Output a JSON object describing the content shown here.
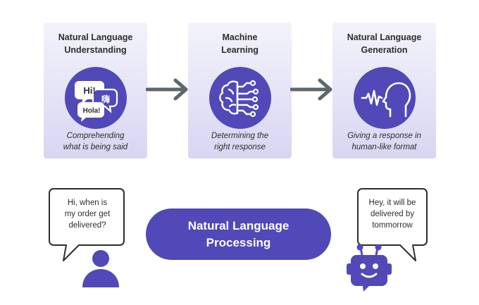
{
  "stages": [
    {
      "title": "Natural Language\nUnderstanding",
      "description": "Comprehending\nwhat is being said",
      "icon": "speech-bubbles-languages-icon",
      "bubble_words": [
        "Hi!",
        "嗨",
        "Hola!"
      ]
    },
    {
      "title": "Machine\nLearning",
      "description": "Determining the\nright response",
      "icon": "brain-circuit-icon"
    },
    {
      "title": "Natural Language\nGeneration",
      "description": "Giving a response in\nhuman-like format",
      "icon": "speaking-head-icon"
    }
  ],
  "center": {
    "label": "Natural Language\nProcessing"
  },
  "user_bubble": {
    "text": "Hi, when is\nmy order get\ndelivered?"
  },
  "bot_bubble": {
    "text": "Hey, it will be\ndelivered  by\ntommorrow"
  },
  "colors": {
    "accent": "#5049b7",
    "card_top": "#f3f3fb",
    "card_bottom": "#d7d6f2",
    "arrow": "#5c6670",
    "text": "#2d2d2d"
  }
}
